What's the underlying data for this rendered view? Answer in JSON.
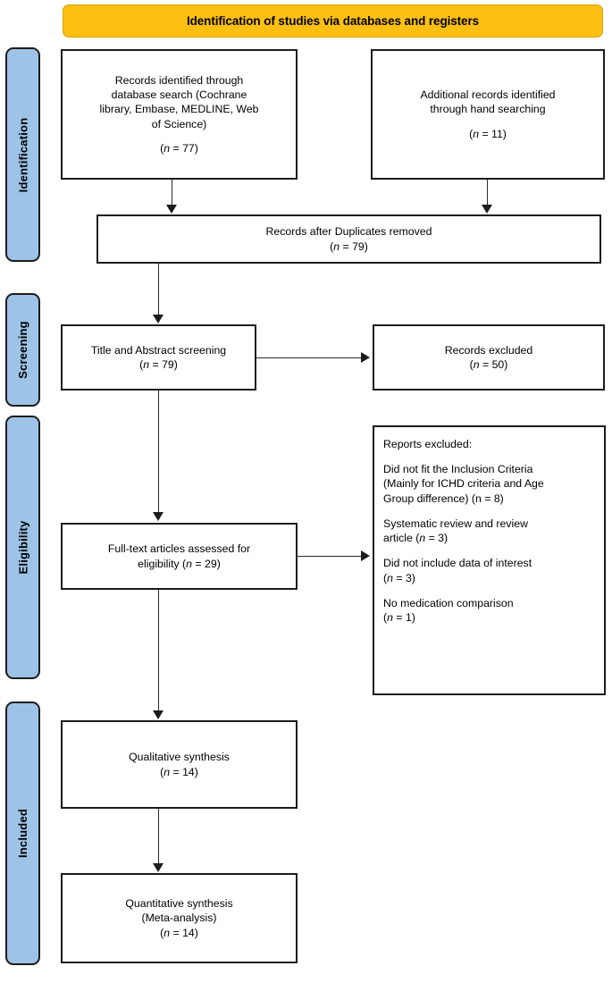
{
  "diagram": {
    "title": "Identification of studies via databases and registers",
    "type": "PRISMA flow diagram"
  },
  "stages": [
    {
      "label": "Identification"
    },
    {
      "label": "Screening"
    },
    {
      "label": "Eligibility"
    },
    {
      "label": "Included"
    }
  ],
  "boxes": {
    "records_identified": {
      "line1": "Records identified through",
      "line2": "database search (Cochrane",
      "line3": "library, Embase, MEDLINE, Web",
      "line4": "of Science)",
      "count_prefix": "(",
      "count_italic": "n",
      "count_suffix": " = 77)"
    },
    "additional_records": {
      "line1": "Additional records identified",
      "line2": "through hand searching",
      "count_prefix": "(",
      "count_italic": "n",
      "count_suffix": " = 11)"
    },
    "duplicates_removed": {
      "line1": "Records after Duplicates removed",
      "count_prefix": "(",
      "count_italic": "n",
      "count_suffix": " = 79)"
    },
    "title_abstract_screening": {
      "line1": "Title and Abstract screening",
      "count_prefix": "(",
      "count_italic": "n",
      "count_suffix": " = 79)"
    },
    "records_excluded": {
      "line1": "Records excluded",
      "count_prefix": "(",
      "count_italic": "n",
      "count_suffix": " = 50)"
    },
    "fulltext_assessed": {
      "line1": "Full-text articles assessed for",
      "line2_prefix": "eligibility (",
      "line2_italic": "n",
      "line2_suffix": " = 29)"
    },
    "reports_excluded": {
      "heading": "Reports excluded:",
      "reason1_line1": "Did not fit the Inclusion Criteria",
      "reason1_line2": "(Mainly for ICHD criteria and Age",
      "reason1_line3": "Group difference) (n = 8)",
      "reason2_line1": "Systematic review and review",
      "reason2_prefix": "article (",
      "reason2_italic": "n",
      "reason2_suffix": " = 3)",
      "reason3_line1": "Did not include data of interest",
      "reason3_prefix": "(",
      "reason3_italic": "n",
      "reason3_suffix": " = 3)",
      "reason4_line1": "No medication comparison",
      "reason4_prefix": "(",
      "reason4_italic": "n",
      "reason4_suffix": " = 1)"
    },
    "qualitative_synthesis": {
      "line1": "Qualitative synthesis",
      "count_prefix": "(",
      "count_italic": "n",
      "count_suffix": " = 14)"
    },
    "quantitative_synthesis": {
      "line1": "Quantitative synthesis",
      "line2": "(Meta-analysis)",
      "count_prefix": "(",
      "count_italic": "n",
      "count_suffix": " = 14)"
    }
  },
  "colors": {
    "banner_background": "#fcbf12",
    "stage_background": "#9dc3e6",
    "box_border": "#1c1c1c",
    "connector": "#2b2b2b",
    "text": "#000000"
  }
}
